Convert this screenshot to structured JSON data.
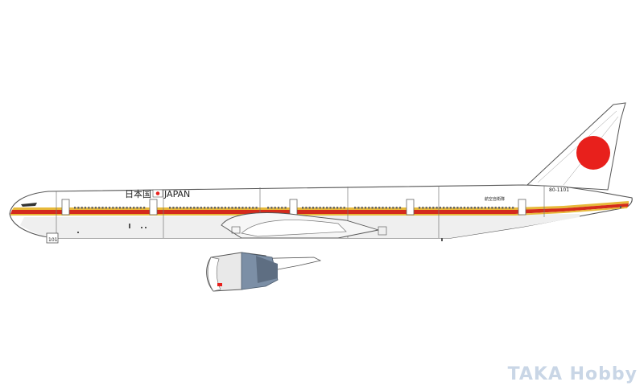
{
  "aircraft": {
    "fuselage_titles": {
      "kanji": "日本国",
      "latin": "JAPAN"
    },
    "registration": "80-1101",
    "service_name": "航空自衛隊",
    "nose_gear_number": "101",
    "colors": {
      "cheatline_red": "#d42a1c",
      "cheatline_gold": "#e7b93a",
      "hinomaru_red": "#e8201c",
      "outline": "#555555",
      "fuselage": "#ffffff",
      "belly": "#eeeeee"
    }
  },
  "watermark": {
    "text": "TAKA Hobby"
  }
}
